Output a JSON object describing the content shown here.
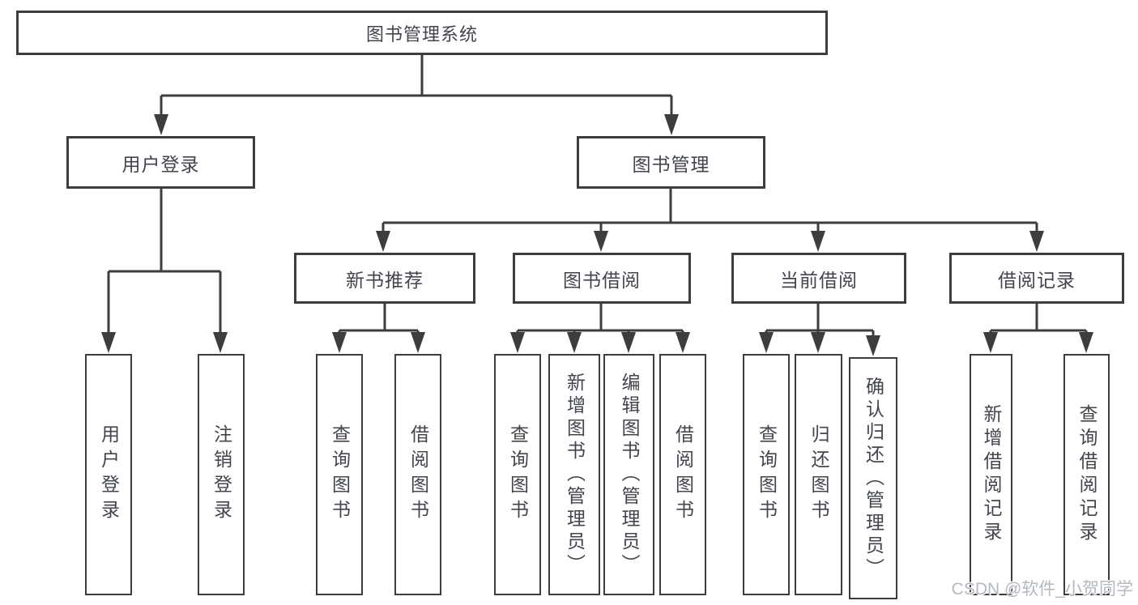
{
  "diagram": {
    "root": {
      "label": "图书管理系统"
    },
    "level2": {
      "user_login": {
        "label": "用户登录"
      },
      "book_mgmt": {
        "label": "图书管理"
      }
    },
    "level3": {
      "new_books": {
        "label": "新书推荐"
      },
      "book_borrow": {
        "label": "图书借阅"
      },
      "current_borrow": {
        "label": "当前借阅"
      },
      "borrow_records": {
        "label": "借阅记录"
      }
    },
    "level4": {
      "login": {
        "label": "用户登录"
      },
      "logout": {
        "label": "注销登录"
      },
      "query_books_1": {
        "label": "查询图书"
      },
      "borrow_books_1": {
        "label": "借阅图书"
      },
      "query_books_2": {
        "label": "查询图书"
      },
      "add_book_admin": {
        "label": "新增图书（管理员）"
      },
      "edit_book_admin": {
        "label": "编辑图书（管理员）"
      },
      "borrow_books_2": {
        "label": "借阅图书"
      },
      "query_books_3": {
        "label": "查询图书"
      },
      "return_book": {
        "label": "归还图书"
      },
      "confirm_return_admin": {
        "label": "确认归还（管理员）"
      },
      "add_borrow_record": {
        "label": "新增借阅记录"
      },
      "query_borrow_record": {
        "label": "查询借阅记录"
      }
    },
    "watermark": "CSDN @软件_小贺同学",
    "colors": {
      "line": "#3d3d3d",
      "text": "#42454c",
      "background": "#ffffff",
      "watermark": "#b4b8bf"
    }
  }
}
